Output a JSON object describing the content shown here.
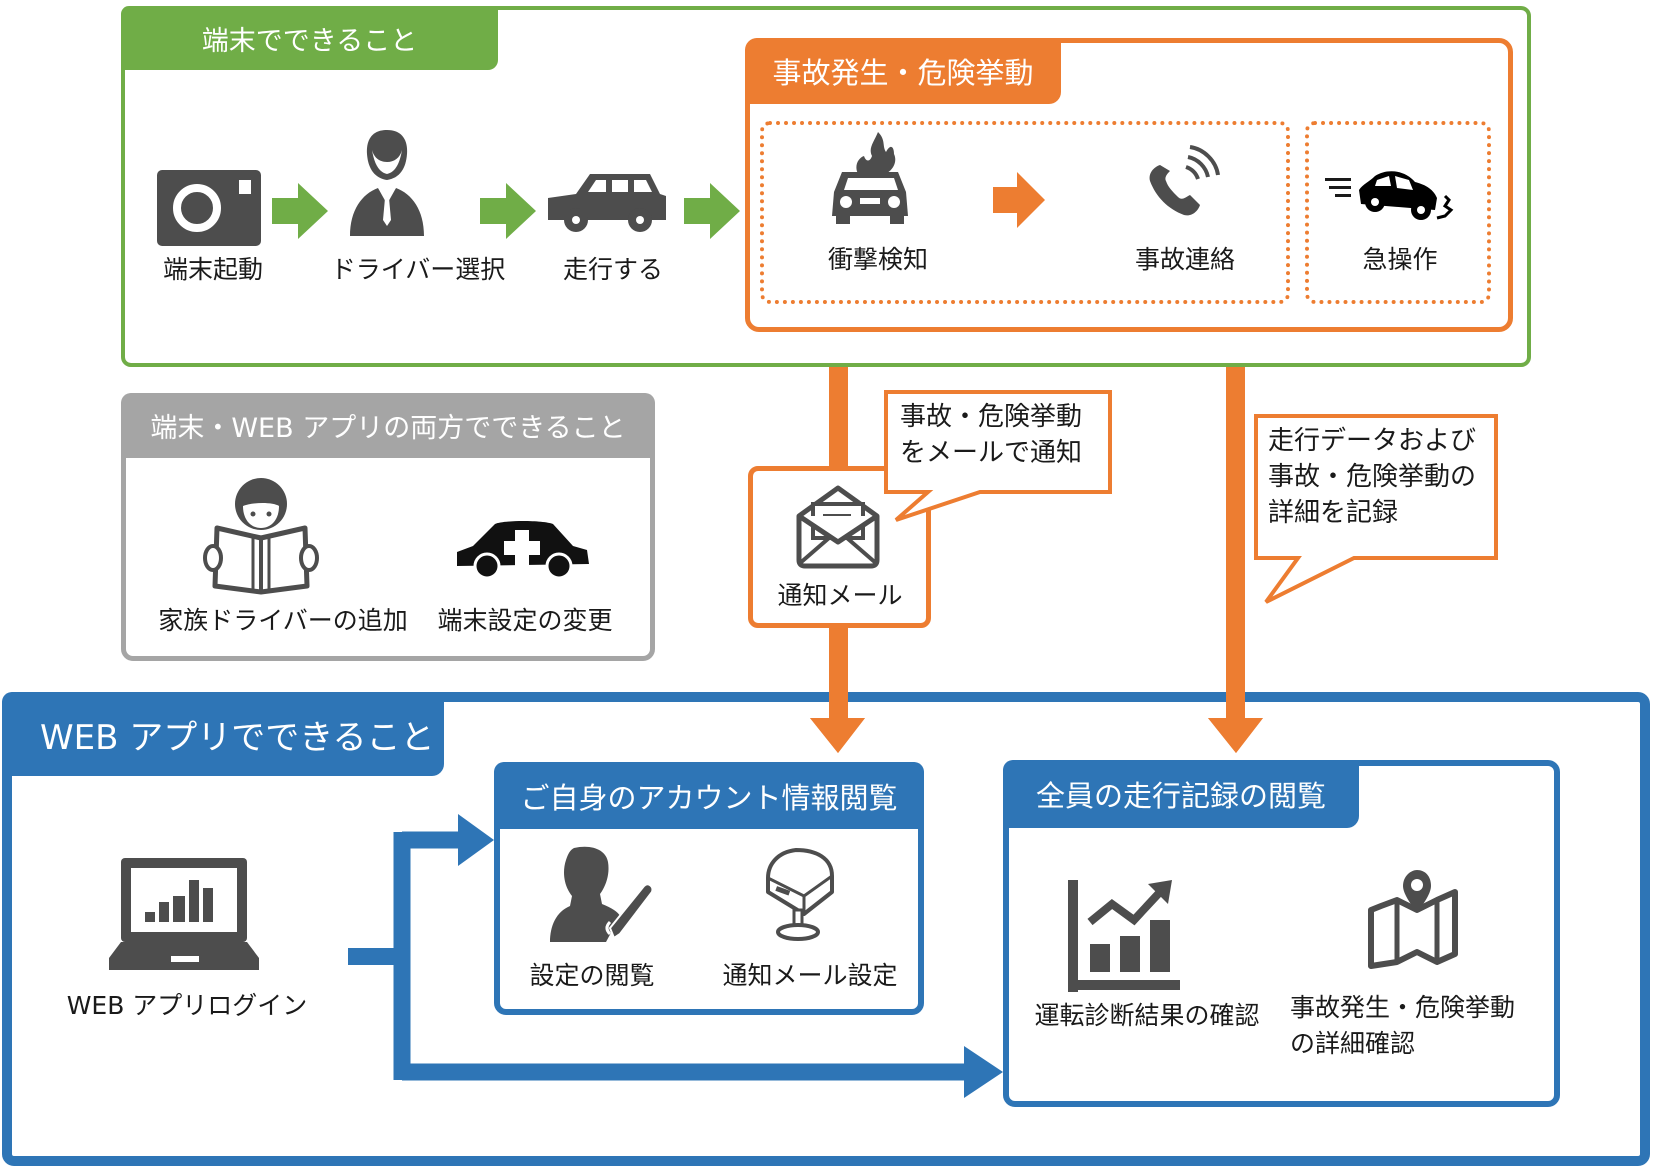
{
  "colors": {
    "device_green": "#70ad47",
    "accident_orange": "#ed7d31",
    "shared_gray": "#a5a5a5",
    "web_blue": "#2e75b6",
    "icon_gray": "#4d4d4d"
  },
  "device_section": {
    "title": "端末でできること",
    "steps": [
      {
        "icon": "camera-icon",
        "label": "端末起動"
      },
      {
        "icon": "driver-icon",
        "label": "ドライバー選択"
      },
      {
        "icon": "car-icon",
        "label": "走行する"
      }
    ],
    "accident_group": {
      "title": "事故発生・危険挙動",
      "items": [
        {
          "icon": "crash-car-icon",
          "label": "衝撃検知"
        },
        {
          "icon": "phone-call-icon",
          "label": "事故連絡"
        },
        {
          "icon": "sudden-maneuver-icon",
          "label": "急操作"
        }
      ]
    }
  },
  "shared_section": {
    "title": "端末・WEB アプリの両方でできること",
    "items": [
      {
        "icon": "reading-person-icon",
        "label": "家族ドライバーの追加"
      },
      {
        "icon": "car-plus-icon",
        "label": "端末設定の変更"
      }
    ]
  },
  "mail_node": {
    "icon": "envelope-icon",
    "label": "通知メール",
    "callout_lines": [
      "事故・危険挙動",
      "をメールで通知"
    ]
  },
  "record_callout": {
    "lines": [
      "走行データおよび",
      "事故・危険挙動の",
      "詳細を記録"
    ]
  },
  "web_section": {
    "title": "WEB アプリでできること",
    "login": {
      "icon": "laptop-chart-icon",
      "label": "WEB アプリログイン"
    },
    "account_group": {
      "title": "ご自身のアカウント情報閲覧",
      "items": [
        {
          "icon": "user-edit-icon",
          "label": "設定の閲覧"
        },
        {
          "icon": "mailbox-icon",
          "label": "通知メール設定"
        }
      ]
    },
    "records_group": {
      "title": "全員の走行記録の閲覧",
      "items": [
        {
          "icon": "trend-chart-icon",
          "label": "運転診断結果の確認"
        },
        {
          "icon": "map-pin-icon",
          "label_lines": [
            "事故発生・危険挙動",
            "の詳細確認"
          ]
        }
      ]
    }
  }
}
